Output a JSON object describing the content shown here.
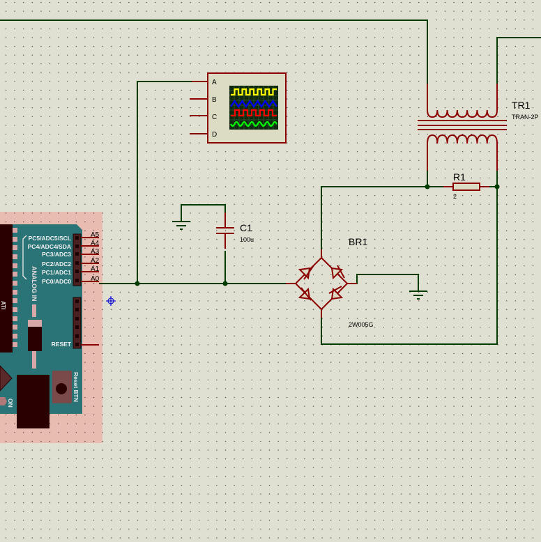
{
  "app": {
    "type": "schematic-capture-editor",
    "colors": {
      "background": "#dfdfd2",
      "grid_dot": "#000000",
      "wire": "#003c00",
      "pin": "#8b0000",
      "body_fill": "#dcdcc4",
      "arduino_board": "#2a7478",
      "arduino_pcb": "#e8bcb0",
      "arduino_dark": "#2b0000",
      "arduino_light": "#d8a8a8",
      "probe_cursor": "#1010d0"
    }
  },
  "components": {
    "oscilloscope": {
      "channels": [
        "A",
        "B",
        "C",
        "D"
      ],
      "trace_colors": [
        "#ffff00",
        "#0000ff",
        "#ff0000",
        "#00ff00"
      ]
    },
    "transformer": {
      "ref": "TR1",
      "value": "TRAN-2P"
    },
    "resistor": {
      "ref": "R1",
      "value": "2"
    },
    "capacitor": {
      "ref": "C1",
      "value": "100u"
    },
    "bridge": {
      "ref": "BR1",
      "value": "2W005G"
    },
    "arduino": {
      "analog_pins": [
        {
          "label": "PC5/ADC5/SCL",
          "net": "A5"
        },
        {
          "label": "PC4/ADC4/SDA",
          "net": "A4"
        },
        {
          "label": "PC3/ADC3",
          "net": "A3"
        },
        {
          "label": "PC2/ADC2",
          "net": "A2"
        },
        {
          "label": "PC1/ADC1",
          "net": "A1"
        },
        {
          "label": "PC0/ADC0",
          "net": "A0"
        }
      ],
      "analog_group_label": "ANALOG IN",
      "reset_label": "RESET",
      "reset_button_label": "Reset BTN",
      "power_led_label": "ON",
      "chip_label": "ATI"
    }
  }
}
